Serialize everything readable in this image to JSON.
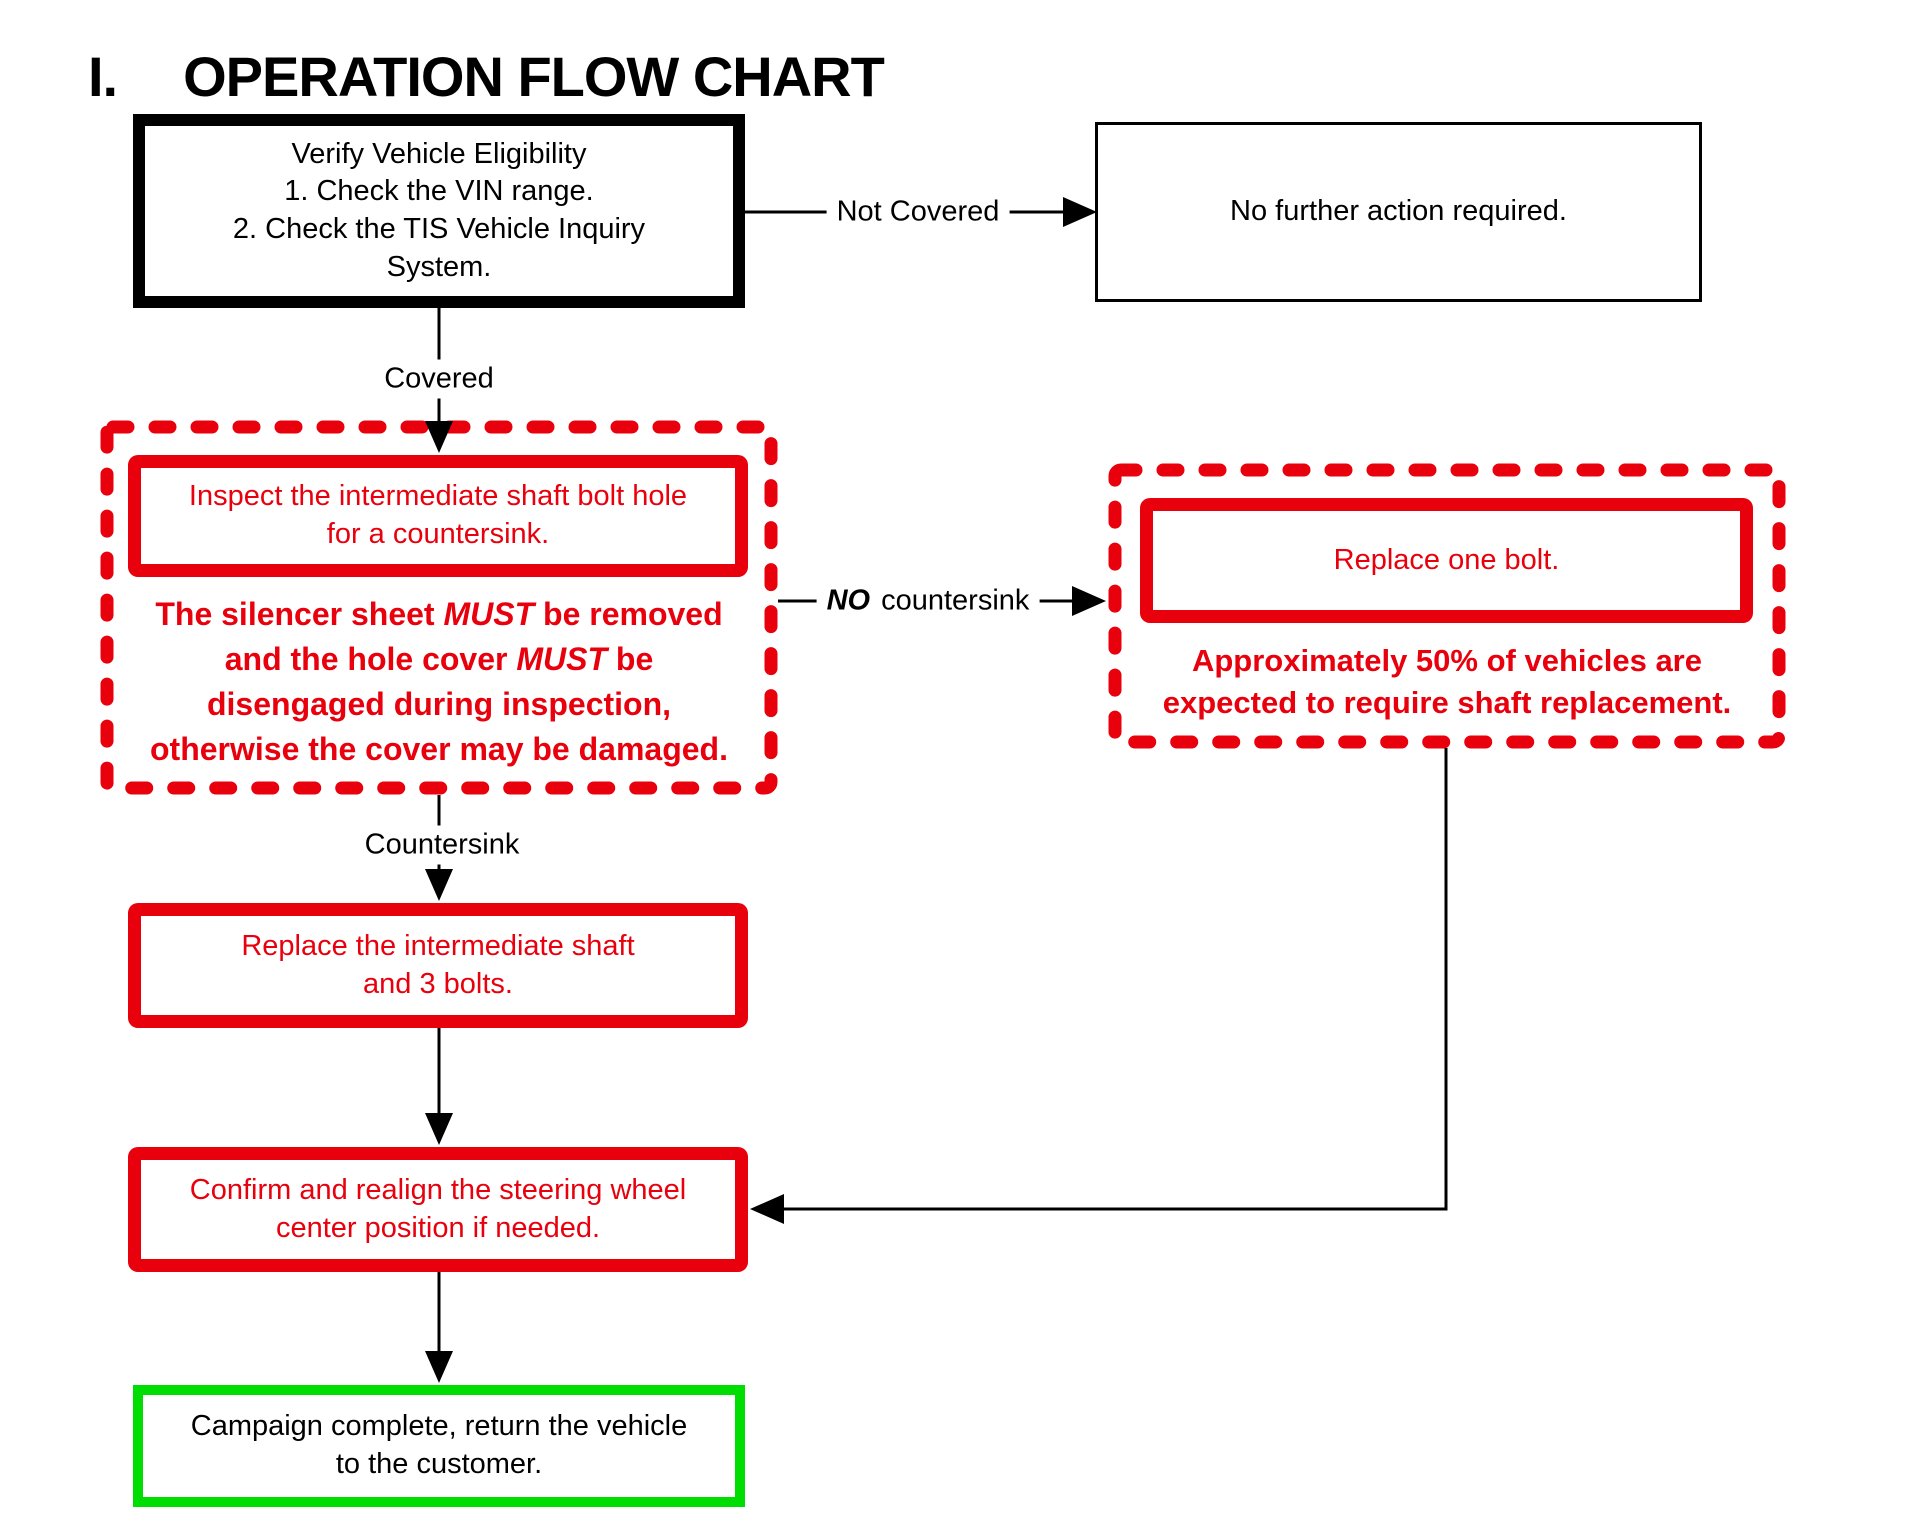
{
  "title": {
    "numeral": "I.",
    "text": "OPERATION FLOW CHART"
  },
  "nodes": {
    "verify": "Verify Vehicle Eligibility\n1. Check the VIN range.\n2. Check the TIS Vehicle Inquiry\nSystem.",
    "no_action": "No further action required.",
    "inspect": "Inspect the intermediate shaft bolt hole\nfor a countersink.",
    "replace_bolt": "Replace one bolt.",
    "approx_note": "Approximately 50% of vehicles are\nexpected to require shaft replacement.",
    "replace_shaft": "Replace the intermediate shaft\nand 3 bolts.",
    "confirm": "Confirm and realign the steering wheel\ncenter position if needed.",
    "complete": "Campaign complete, return the vehicle\nto the customer."
  },
  "warning": {
    "l1a": "The silencer sheet ",
    "l1b": "MUST",
    "l1c": " be removed",
    "l2a": "and the hole cover ",
    "l2b": "MUST",
    "l2c": " be",
    "l3": "disengaged during inspection,",
    "l4": "otherwise the cover may be damaged."
  },
  "labels": {
    "not_covered": "Not Covered",
    "covered": "Covered",
    "no_emph": "NO",
    "no_rest": "countersink",
    "countersink": "Countersink"
  },
  "colors": {
    "red": "#e8000d",
    "green": "#00dd00",
    "line": "#000000"
  }
}
